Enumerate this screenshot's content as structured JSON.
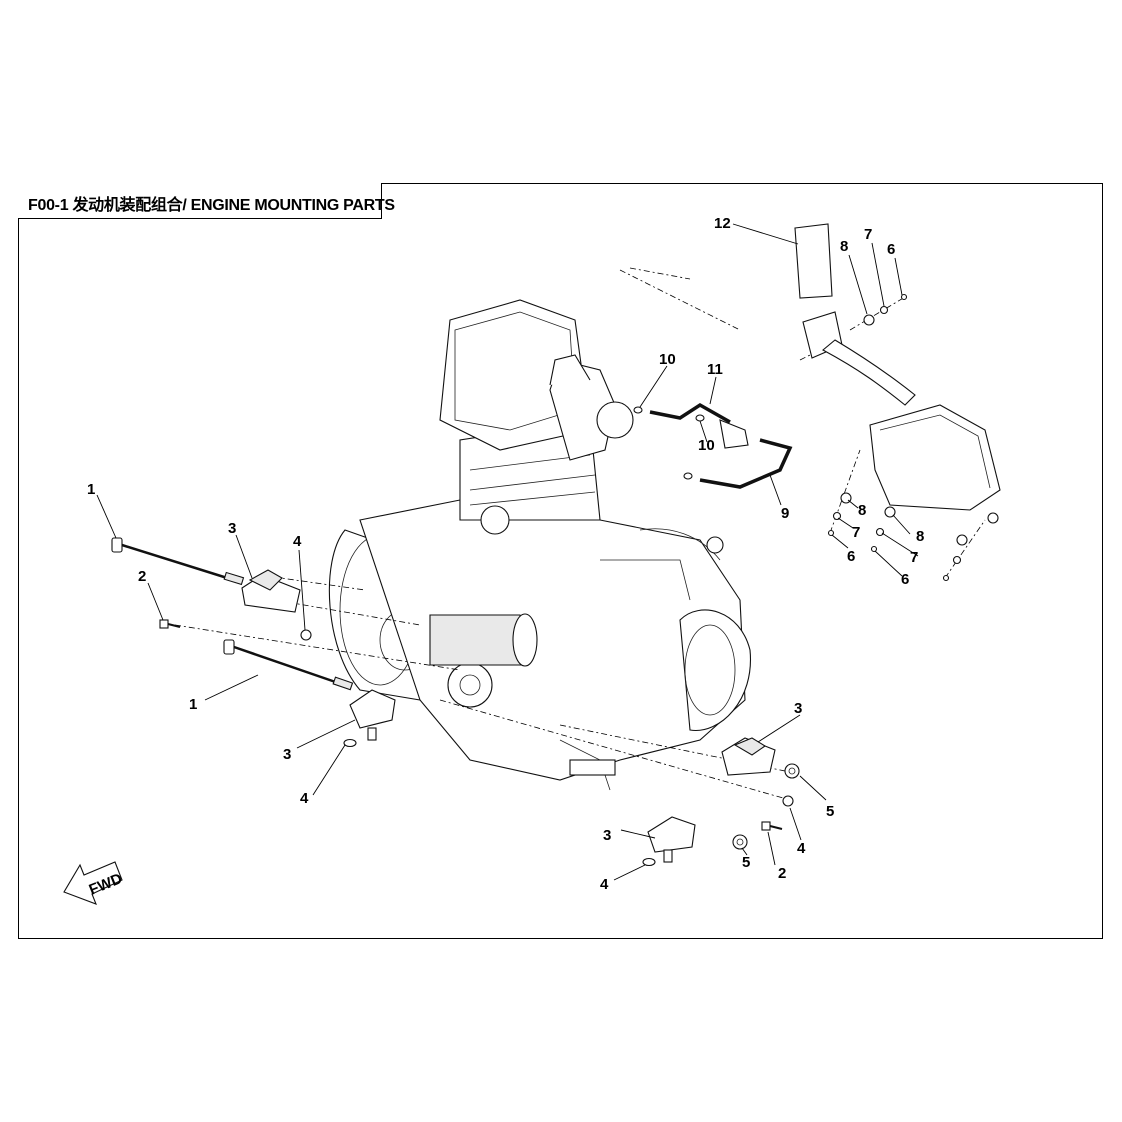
{
  "title": "F00-1 发动机装配组合/ ENGINE MOUNTING PARTS",
  "fwd_label": "FWD",
  "callouts": [
    {
      "id": "c1a",
      "label": "1"
    },
    {
      "id": "c1b",
      "label": "1"
    },
    {
      "id": "c2a",
      "label": "2"
    },
    {
      "id": "c2b",
      "label": "2"
    },
    {
      "id": "c3a",
      "label": "3"
    },
    {
      "id": "c3b",
      "label": "3"
    },
    {
      "id": "c3c",
      "label": "3"
    },
    {
      "id": "c3d",
      "label": "3"
    },
    {
      "id": "c4a",
      "label": "4"
    },
    {
      "id": "c4b",
      "label": "4"
    },
    {
      "id": "c4c",
      "label": "4"
    },
    {
      "id": "c4d",
      "label": "4"
    },
    {
      "id": "c5a",
      "label": "5"
    },
    {
      "id": "c5b",
      "label": "5"
    },
    {
      "id": "c6a",
      "label": "6"
    },
    {
      "id": "c6b",
      "label": "6"
    },
    {
      "id": "c6c",
      "label": "6"
    },
    {
      "id": "c7a",
      "label": "7"
    },
    {
      "id": "c7b",
      "label": "7"
    },
    {
      "id": "c7c",
      "label": "7"
    },
    {
      "id": "c8a",
      "label": "8"
    },
    {
      "id": "c8b",
      "label": "8"
    },
    {
      "id": "c8c",
      "label": "8"
    },
    {
      "id": "c9",
      "label": "9"
    },
    {
      "id": "c10a",
      "label": "10"
    },
    {
      "id": "c10b",
      "label": "10"
    },
    {
      "id": "c11",
      "label": "11"
    },
    {
      "id": "c12",
      "label": "12"
    }
  ]
}
